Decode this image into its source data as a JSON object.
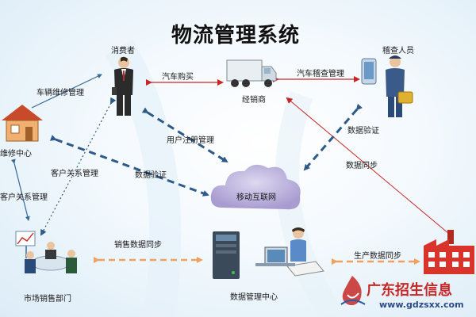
{
  "title": "物流管理系统",
  "nodes": {
    "consumer": "消费者",
    "distributor": "经销商",
    "inspector": "稽查人员",
    "repair_center": "维修中心",
    "mobile_internet": "移动互联网",
    "marketing_dept": "市场销售部门",
    "data_center": "数据管理中心"
  },
  "edges": {
    "car_purchase": "汽车购买",
    "car_inspection": "汽车稽查管理",
    "vehicle_repair": "车辆维修管理",
    "user_registration": "用户注册管理",
    "data_verify_left": "数据验证",
    "data_verify_right": "数据验证",
    "customer_rel_1": "客户关系管理",
    "customer_rel_2": "客户关系管理",
    "data_sync": "数据同步",
    "sales_sync": "销售数据同步",
    "production_sync": "生产数据同步"
  },
  "watermark": {
    "text": "广东招生信息",
    "url": "www.gdzsxx.com"
  },
  "colors": {
    "dashed_blue": "#2d5a8a",
    "red_arrow": "#c62828",
    "orange_dash": "#f0a060",
    "cloud": "#b8aed8",
    "factory": "#d9342b"
  }
}
